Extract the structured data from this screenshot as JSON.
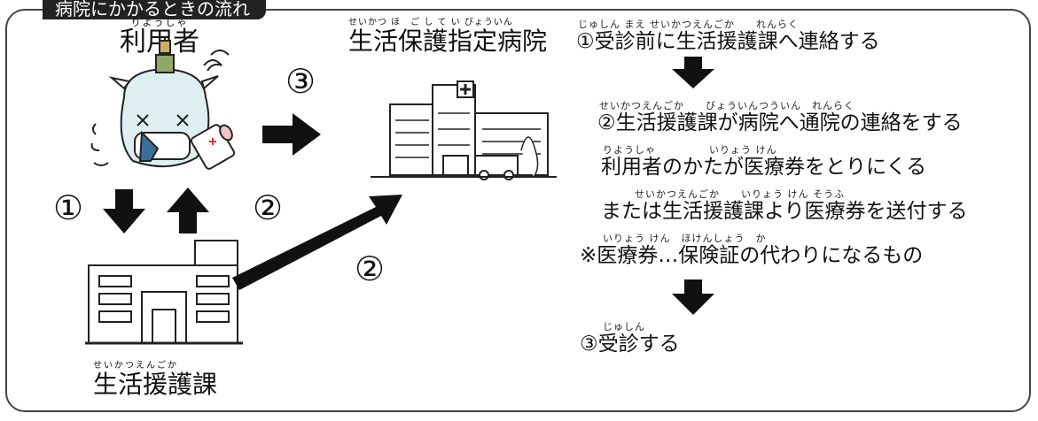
{
  "header": {
    "title": "病院にかかるときの流れ"
  },
  "nodes": {
    "user": {
      "label": "利用者",
      "furigana": "りようしゃ"
    },
    "hospital": {
      "label": "生活保護指定病院",
      "furigana": "せいかつ ほ　ご し て い びょういん"
    },
    "office": {
      "label": "生活援護課",
      "furigana": "せいかつえんごか"
    }
  },
  "flow_numbers": {
    "user_to_office": "①",
    "office_to_user": "②",
    "user_to_hospital": "③",
    "office_to_hospital": "②"
  },
  "steps": [
    {
      "text": "①受診前に生活援護課へ連絡する",
      "furigana": "じゅしん まえ せいかつえんごか　　れんらく"
    },
    {
      "text": "②生活援護課が病院へ通院の連絡をする",
      "furigana": "せいかつえんごか　　びょういんつういん　れんらく"
    },
    {
      "text": "利用者のかたが医療券をとりにくる",
      "furigana": "りようしゃ　　　　　いりょう けん"
    },
    {
      "text": "または生活援護課より医療券を送付する",
      "furigana": "　　　せいかつえんごか　　いりょう けん そうふ"
    },
    {
      "text": "※医療券…保険証の代わりになるもの",
      "furigana": "いりょう けん　ほけんしょう　か"
    },
    {
      "text": "③受診する",
      "furigana": "じゅしん"
    }
  ],
  "colors": {
    "arrow": "#111111",
    "border": "#444444",
    "header_bg": "#222222"
  }
}
